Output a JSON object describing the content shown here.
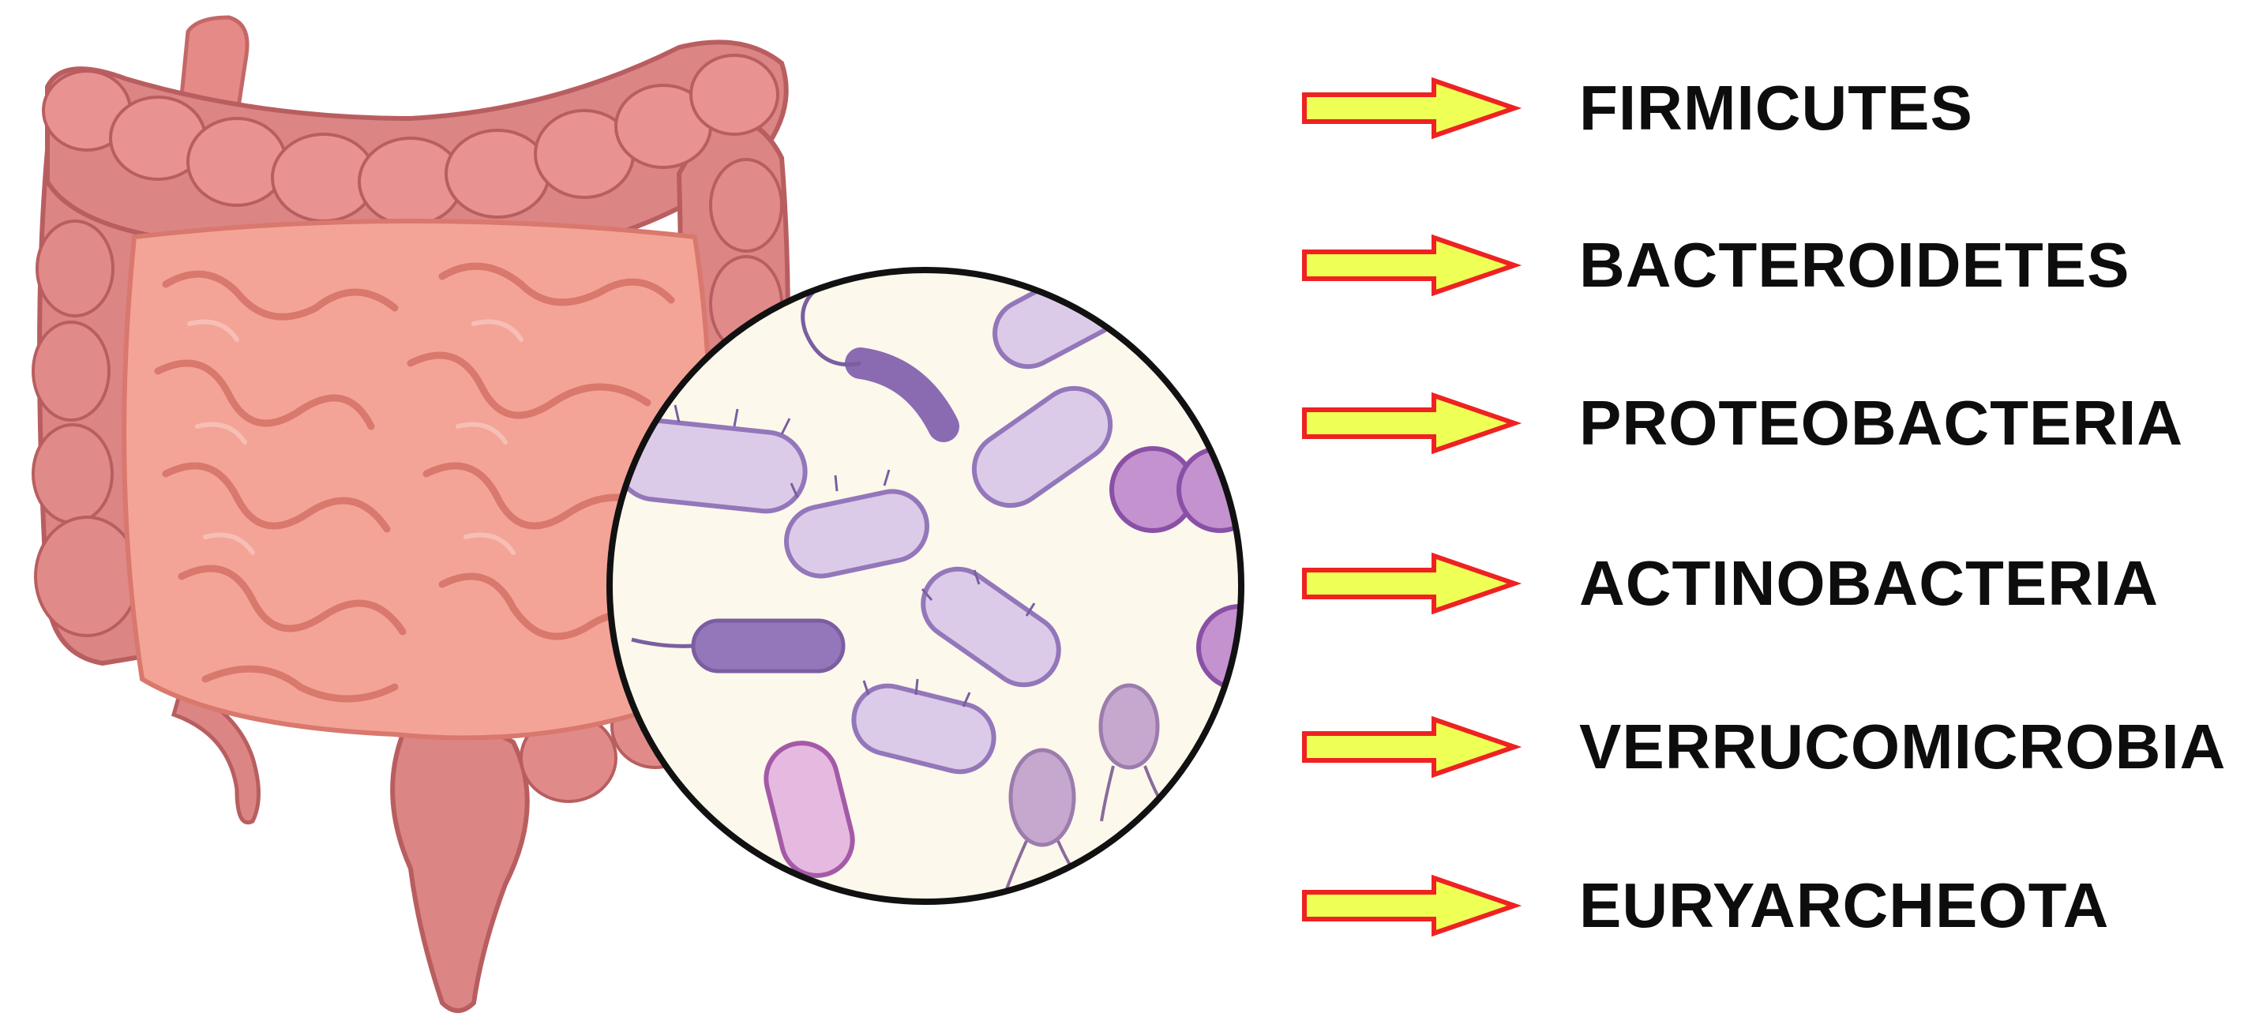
{
  "diagram": {
    "colors": {
      "arrow_fill": "#eeff55",
      "arrow_stroke": "#ee2222",
      "label_text": "#0d0d0d",
      "lens_border": "#111111",
      "lens_fill": "#fcf8ec",
      "intestine_colon": "#dc8585",
      "intestine_small": "#f3a497",
      "bacteria_light": "#dccbe8",
      "bacteria_dark": "#9377ba"
    },
    "phyla": [
      {
        "label": "FIRMICUTES",
        "arrow_icon": "right-arrow-icon"
      },
      {
        "label": "BACTEROIDETES",
        "arrow_icon": "right-arrow-icon"
      },
      {
        "label": "PROTEOBACTERIA",
        "arrow_icon": "right-arrow-icon"
      },
      {
        "label": "ACTINOBACTERIA",
        "arrow_icon": "right-arrow-icon"
      },
      {
        "label": "VERRUCOMICROBIA",
        "arrow_icon": "right-arrow-icon"
      },
      {
        "label": "EURYARCHEOTA",
        "arrow_icon": "right-arrow-icon"
      }
    ]
  }
}
